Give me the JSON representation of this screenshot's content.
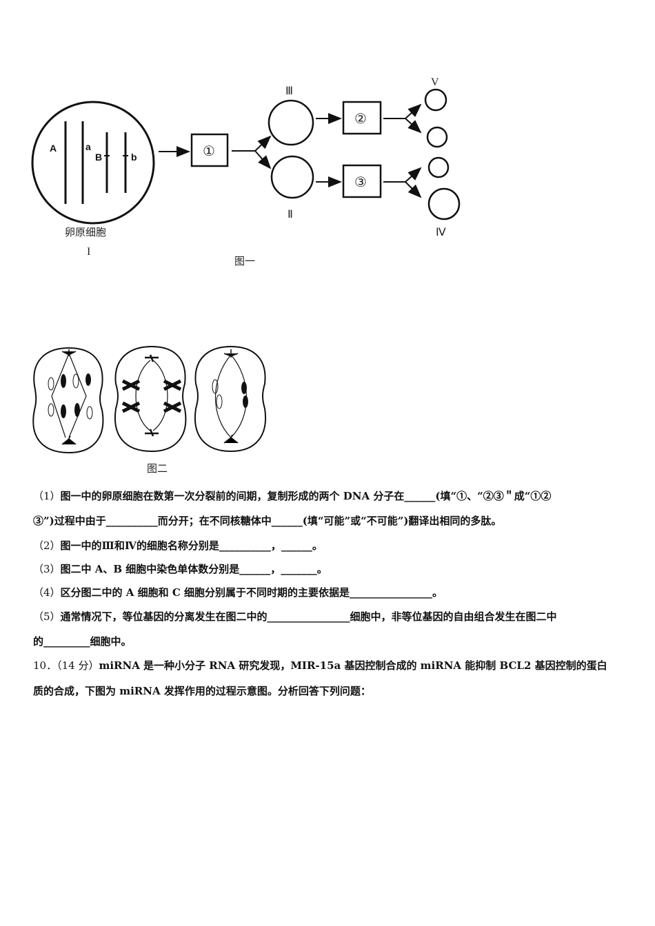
{
  "figure1": {
    "cell_label": "卵原细胞",
    "stage_labels": {
      "i": "I",
      "ii": "Ⅱ",
      "iii": "Ⅲ",
      "iv": "Ⅳ",
      "v": "V"
    },
    "process_labels": {
      "p1": "①",
      "p2": "②",
      "p3": "③"
    },
    "gene_labels": {
      "A": "A",
      "a": "a",
      "B": "B",
      "b": "b"
    },
    "caption": "图一"
  },
  "figure2": {
    "caption": "图二"
  },
  "questions": [
    {
      "num": "（1）",
      "text": "图一中的卵原细胞在数第一次分裂前的间期，复制形成的两个 DNA 分子在______(填“①、“②③＂成“①②"
    },
    {
      "num": "",
      "text": "③”)过程中由于__________而分开；在不同核糖体中______(填“可能”或“不可能”)翻译出相同的多肽。"
    },
    {
      "num": "（2）",
      "text": "图一中的Ⅲ和Ⅳ的细胞名称分别是__________，______。"
    },
    {
      "num": "（3）",
      "text": "图二中 A、B 细胞中染色单体数分别是______，_______。"
    },
    {
      "num": "（4）",
      "text": "区分图二中的 A 细胞和 C 细胞分别属于不同时期的主要依据是________________。"
    },
    {
      "num": "（5）",
      "text": "通常情况下，等位基因的分离发生在图二中的________________细胞中，非等位基因的自由组合发生在图二中"
    },
    {
      "num": "",
      "text": "的_________细胞中。"
    },
    {
      "num": "10．（14 分）",
      "text": "miRNA 是一种小分子 RNA 研究发现，MIR-15a 基因控制合成的 miRNA 能抑制 BCL2 基因控制的蛋白"
    },
    {
      "num": "",
      "text": "质的合成，下图为 miRNA 发挥作用的过程示意图。分析回答下列问题："
    }
  ]
}
